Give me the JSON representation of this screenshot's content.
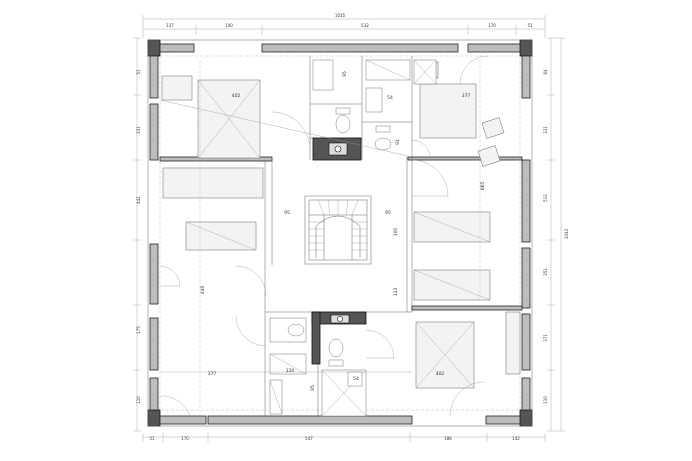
{
  "dims": {
    "top_total": "1035",
    "top": [
      "137",
      "100",
      "532",
      "170",
      "51"
    ],
    "bottom": [
      "51",
      "170",
      "547",
      "186",
      "142"
    ],
    "right_total": "1043",
    "right": [
      "64",
      "331",
      "512",
      "351",
      "371",
      "110"
    ],
    "left": [
      "51",
      "331",
      "441",
      "175",
      "110"
    ]
  },
  "room_labels": {
    "nw": "402",
    "ne": "377",
    "w": "449",
    "e": "665",
    "sw": "377",
    "se": "402",
    "stair_left": "95",
    "stair_right": "95",
    "stair_bottom": "113",
    "stair_side": "100",
    "bath_top_a": "95",
    "bath_top_b": "54",
    "bath_top_c": "91",
    "bath_bot_a": "95",
    "bath_bot_b": "120",
    "bath_bot_c": "54"
  }
}
